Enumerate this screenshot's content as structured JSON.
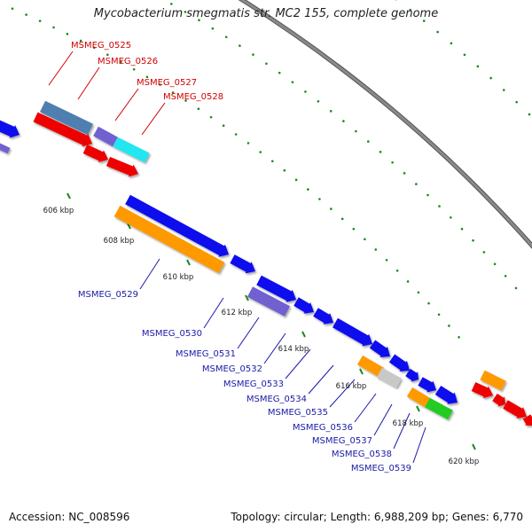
{
  "title": "Mycobacterium smegmatis str. MC2 155, complete genome",
  "footer": {
    "accession": "Accession: NC_008596",
    "summary": "Topology: circular; Length: 6,988,209 bp; Genes: 6,770"
  },
  "colors": {
    "background": "#ffffff",
    "backbone": "#8a8a8a",
    "tick_green": "#1d8a1d",
    "label_upper": "#d40000",
    "label_lower": "#1a1aa8",
    "gene_red": "#ee0000",
    "gene_blue": "#1010ee",
    "gene_orange": "#ff9900",
    "gene_slate": "#4f7fb0",
    "gene_lavender": "#7060d0",
    "gene_cyan": "#22e6f0",
    "gene_gray": "#c8c8c8",
    "gene_green": "#22cc22",
    "gene_navy": "#1c1c8c"
  },
  "kbp_ticks": [
    "606 kbp",
    "608 kbp",
    "610 kbp",
    "612 kbp",
    "614 kbp",
    "616 kbp",
    "618 kbp",
    "620 kbp"
  ],
  "upper_labels": [
    "MSMEG_0525",
    "MSMEG_0526",
    "MSMEG_0527",
    "MSMEG_0528"
  ],
  "lower_labels": [
    "MSMEG_0529",
    "MSMEG_0530",
    "MSMEG_0531",
    "MSMEG_0532",
    "MSMEG_0533",
    "MSMEG_0534",
    "MSMEG_0535",
    "MSMEG_0536",
    "MSMEG_0537",
    "MSMEG_0538",
    "MSMEG_0539"
  ]
}
